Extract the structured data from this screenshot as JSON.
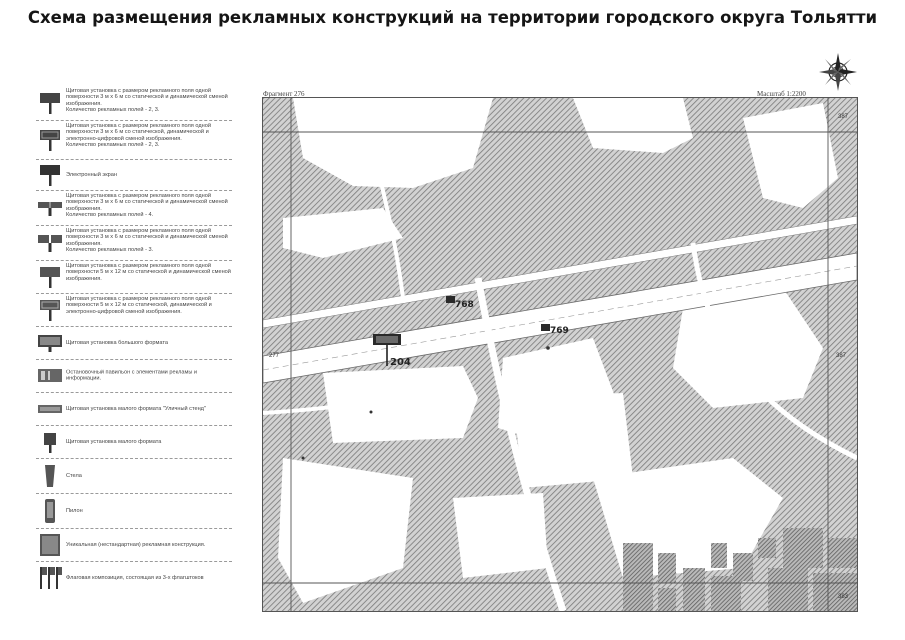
{
  "title": "Схема размещения рекламных конструкций на территории городского округа Тольятти",
  "legend": [
    {
      "icon": "billboard-static-icon",
      "text": "Щитовая установка с размером рекламного поля одной поверхности 3 м х 6 м со статической и динамической сменой изображения.\nКоличество рекламных полей - 2, 3."
    },
    {
      "icon": "billboard-digital-icon",
      "text": "Щитовая установка с размером рекламного поля одной поверхности 3 м х 6 м со статической, динамической и электронно-цифровой сменой изображения.\nКоличество рекламных полей - 2, 3."
    },
    {
      "icon": "electronic-screen-icon",
      "text": "Электронный экран"
    },
    {
      "icon": "billboard-four-field-icon",
      "text": "Щитовая установка с размером рекламного поля одной поверхности 3 м х 6 м со статической и динамической сменой изображения.\nКоличество рекламных полей - 4."
    },
    {
      "icon": "billboard-three-field-icon",
      "text": "Щитовая установка с размером рекламного поля одной поверхности 3 м х 6 м со статической и динамической сменой изображения.\nКоличество рекламных полей - 3."
    },
    {
      "icon": "billboard-large-static-icon",
      "text": "Щитовая установка с размером рекламного поля одной поверхности 5 м х 12 м со статической и динамической сменой изображения."
    },
    {
      "icon": "billboard-large-digital-icon",
      "text": "Щитовая установка с размером рекламного поля одной поверхности 5 м х 12 м со статической, динамической и электронно-цифровой сменой изображения."
    },
    {
      "icon": "large-format-billboard-icon",
      "text": "Щитовая установка большого формата"
    },
    {
      "icon": "bus-stop-pavilion-icon",
      "text": "Остановочный павильон с элементами рекламы и информации."
    },
    {
      "icon": "small-format-street-stand-icon",
      "text": "Щитовая установка малого формата \"Уличный стенд\""
    },
    {
      "icon": "small-format-billboard-icon",
      "text": "Щитовая установка малого формата"
    },
    {
      "icon": "stele-icon",
      "text": "Стела"
    },
    {
      "icon": "pylon-icon",
      "text": "Пилон"
    },
    {
      "icon": "unique-structure-icon",
      "text": "Уникальная (нестандартная) рекламная конструкция."
    },
    {
      "icon": "flag-composition-icon",
      "text": "Флаговая композиция, состоящая из 3-х флагштоков"
    }
  ],
  "map": {
    "fragment_label": "Фрагмент 276",
    "scale_label": "Масштаб 1:2200",
    "markers": [
      {
        "id": "204",
        "label": "204"
      },
      {
        "id": "768",
        "label": "768"
      },
      {
        "id": "769",
        "label": "769"
      }
    ],
    "grid_labels": {
      "top_right": "387",
      "left": "277",
      "right": "387",
      "bottom_right": "383"
    }
  },
  "colors": {
    "map_hatch": "#8a8a8a",
    "road": "#ffffff",
    "marker": "#222222"
  }
}
